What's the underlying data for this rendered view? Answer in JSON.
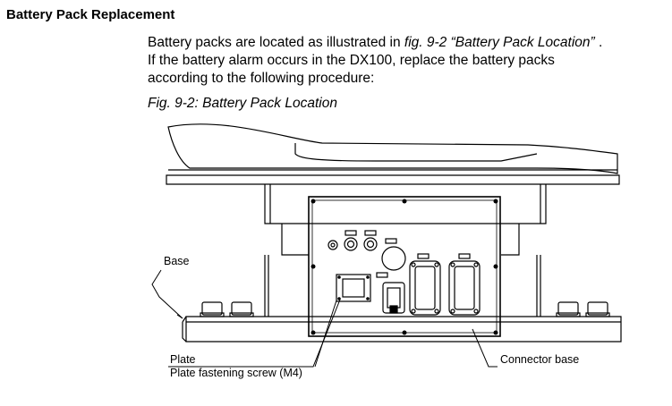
{
  "section": {
    "heading": "Battery Pack Replacement"
  },
  "paragraph": {
    "text_1": "Battery packs are located as illustrated in ",
    "fig_ref": "fig. 9-2  “Battery Pack Location”",
    "text_2": " .",
    "line_2": "If the battery alarm occurs in the DX100, replace the battery packs",
    "line_3": "according to the following procedure:"
  },
  "figure": {
    "caption": "Fig. 9-2: Battery Pack Location",
    "callouts": {
      "base": "Base",
      "plate": "Plate",
      "plate_screw": "Plate fastening screw (M4)",
      "connector_base": "Connector base"
    }
  }
}
